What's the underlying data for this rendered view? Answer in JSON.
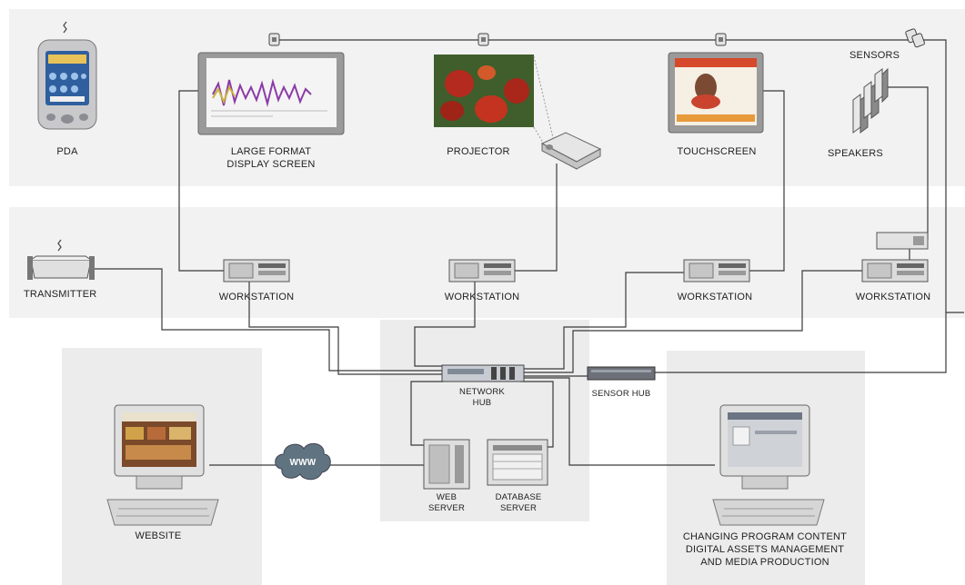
{
  "colors": {
    "band": "#f2f2f2",
    "panel": "#ececec",
    "line": "#3a3a3a",
    "device_body": "#d9d9d9",
    "device_dark": "#6d6f74",
    "cloud": "#5f7480"
  },
  "devices": {
    "pda": {
      "label": "PDA"
    },
    "large_display": {
      "label_1": "LARGE FORMAT",
      "label_2": "DISPLAY SCREEN"
    },
    "projector": {
      "label": "PROJECTOR"
    },
    "touchscreen": {
      "label": "TOUCHSCREEN"
    },
    "sensors": {
      "label": "SENSORS"
    },
    "speakers": {
      "label": "SPEAKERS"
    },
    "transmitter": {
      "label": "TRANSMITTER"
    },
    "workstations": [
      {
        "label": "WORKSTATION"
      },
      {
        "label": "WORKSTATION"
      },
      {
        "label": "WORKSTATION"
      },
      {
        "label": "WORKSTATION"
      }
    ],
    "network_hub": {
      "label_1": "NETWORK",
      "label_2": "HUB"
    },
    "sensor_hub": {
      "label": "SENSOR HUB"
    },
    "web_server": {
      "label_1": "WEB",
      "label_2": "SERVER"
    },
    "database_server": {
      "label_1": "DATABASE",
      "label_2": "SERVER"
    },
    "www": {
      "label": "WWW"
    },
    "website": {
      "label": "WEBSITE"
    },
    "production": {
      "label_1": "CHANGING PROGRAM CONTENT",
      "label_2": "DIGITAL ASSETS MANAGEMENT",
      "label_3": "AND MEDIA PRODUCTION"
    }
  }
}
